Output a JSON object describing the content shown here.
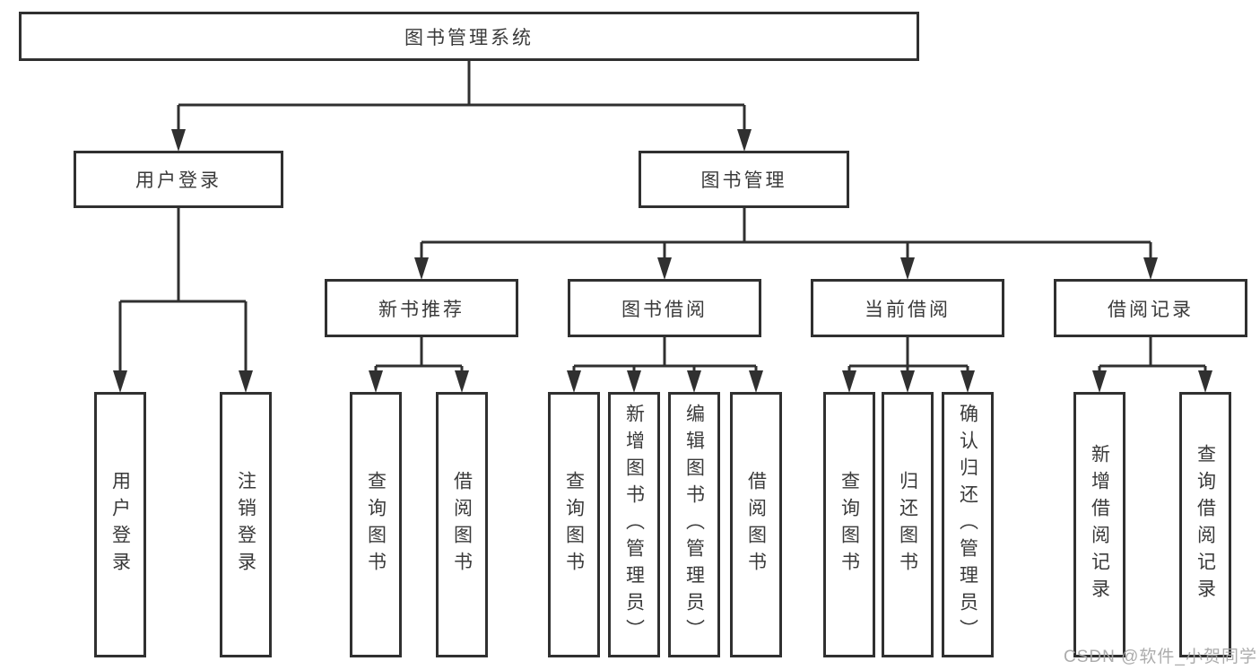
{
  "diagram": {
    "root": {
      "label": "图书管理系统"
    },
    "level1": [
      {
        "label": "用户登录"
      },
      {
        "label": "图书管理"
      }
    ],
    "level2": [
      {
        "label": "新书推荐",
        "parent": "图书管理"
      },
      {
        "label": "图书借阅",
        "parent": "图书管理"
      },
      {
        "label": "当前借阅",
        "parent": "图书管理"
      },
      {
        "label": "借阅记录",
        "parent": "图书管理"
      }
    ],
    "leaves": [
      {
        "label": "用户登录",
        "parent": "用户登录"
      },
      {
        "label": "注销登录",
        "parent": "用户登录"
      },
      {
        "label": "查询图书",
        "parent": "新书推荐"
      },
      {
        "label": "借阅图书",
        "parent": "新书推荐"
      },
      {
        "label": "查询图书",
        "parent": "图书借阅"
      },
      {
        "label": "新增图书（管理员）",
        "parent": "图书借阅"
      },
      {
        "label": "编辑图书（管理员）",
        "parent": "图书借阅"
      },
      {
        "label": "借阅图书",
        "parent": "图书借阅"
      },
      {
        "label": "查询图书",
        "parent": "当前借阅"
      },
      {
        "label": "归还图书",
        "parent": "当前借阅"
      },
      {
        "label": "确认归还（管理员）",
        "parent": "当前借阅"
      },
      {
        "label": "新增借阅记录",
        "parent": "借阅记录"
      },
      {
        "label": "查询借阅记录",
        "parent": "借阅记录"
      }
    ]
  },
  "watermark": {
    "text": "CSDN @软件_小贺同学"
  },
  "colors": {
    "line": "#303030",
    "text": "#3a3a3a",
    "watermark": "#a8a8a8",
    "background": "#ffffff"
  }
}
